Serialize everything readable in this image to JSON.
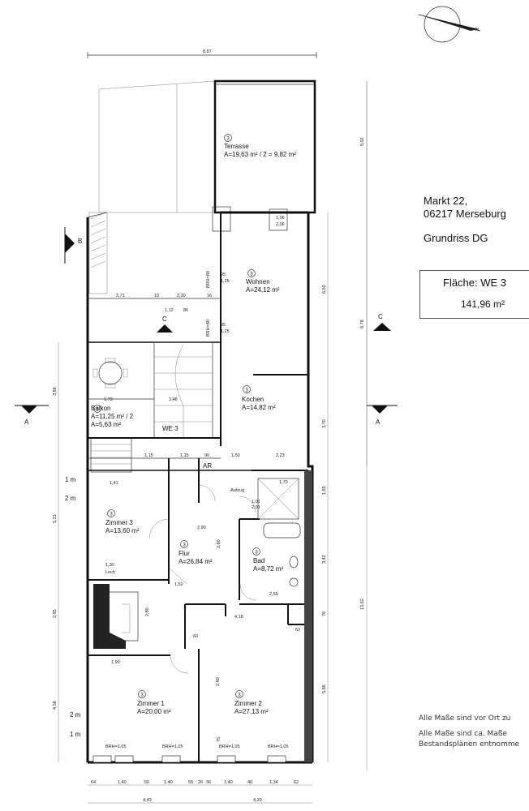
{
  "address": {
    "line1": "Markt 22,",
    "line2": "06217 Merseburg"
  },
  "plan_title": "Grundriss DG",
  "area_box": {
    "label": "Fläche: WE 3",
    "value": "141,96 m²"
  },
  "notes": [
    "Alle Maße sind vor Ort zu",
    "Alle Maße sind ca. Maße",
    "Bestandsplänen entnomme"
  ],
  "section_markers": {
    "a": "A",
    "b": "B",
    "c": "C"
  },
  "unit_label": "WE 3",
  "ar_label": "AR",
  "aufzug_label": "Aufzug",
  "loch_label": "Loch",
  "height_marks": [
    "1 m",
    "2 m",
    "2 m",
    "1 m"
  ],
  "rooms": [
    {
      "num": "3",
      "name": "Terrasse",
      "area": "A=19,63 m² / 2 = 9,82 m²"
    },
    {
      "num": "3",
      "name": "Wohnen",
      "area": "A=24,12 m²"
    },
    {
      "num": "3",
      "name": "Kochen",
      "area": "A=14,82 m²"
    },
    {
      "num": "3",
      "name": "Balkon",
      "area": "A=11,25 m² / 2",
      "area2": "A=5,63 m²"
    },
    {
      "num": "3",
      "name": "Zimmer 3",
      "area": "A=13,60 m²"
    },
    {
      "num": "3",
      "name": "Flur",
      "area": "A=26,84 m²"
    },
    {
      "num": "3",
      "name": "Bad",
      "area": "A=8,72 m²"
    },
    {
      "num": "3",
      "name": "Zimmer 1",
      "area": "A=20,00 m²"
    },
    {
      "num": "3",
      "name": "Zimmer 2",
      "area": "A=27,13 m²"
    }
  ],
  "dims": {
    "top": "8,87",
    "right_outer": [
      "5,02",
      "9,78",
      "13,62"
    ],
    "right_inner": [
      "6,50",
      "3,70",
      "1,65",
      "3,42",
      "78",
      "5,66"
    ],
    "left": [
      "3,86",
      "5,21",
      "2,85",
      "4,56"
    ],
    "bottom_row1": [
      "64",
      "1,40",
      "50",
      "1,40",
      "55",
      "26",
      "36",
      "1,40",
      "46",
      "1,34",
      "62"
    ],
    "bottom_row2": [
      "4,43",
      "4,20"
    ],
    "inner": [
      "2,71",
      "10",
      "2,30",
      "1,12",
      "86",
      "16",
      "95",
      "1,25",
      "95",
      "1,25",
      "1,79",
      "3,48",
      "1,15",
      "1,15",
      "90",
      "1,50",
      "2,23",
      "1,70",
      "1,41",
      "2,90",
      "2,60",
      "1,01",
      "2,01",
      "1,30",
      "1,52",
      "2,80",
      "2,55",
      "4,18",
      "62",
      "60",
      "1,90",
      "2,60",
      "75",
      "1,06",
      "2,06",
      "BRH=80",
      "BRH=80",
      "BRH=1,05"
    ]
  }
}
